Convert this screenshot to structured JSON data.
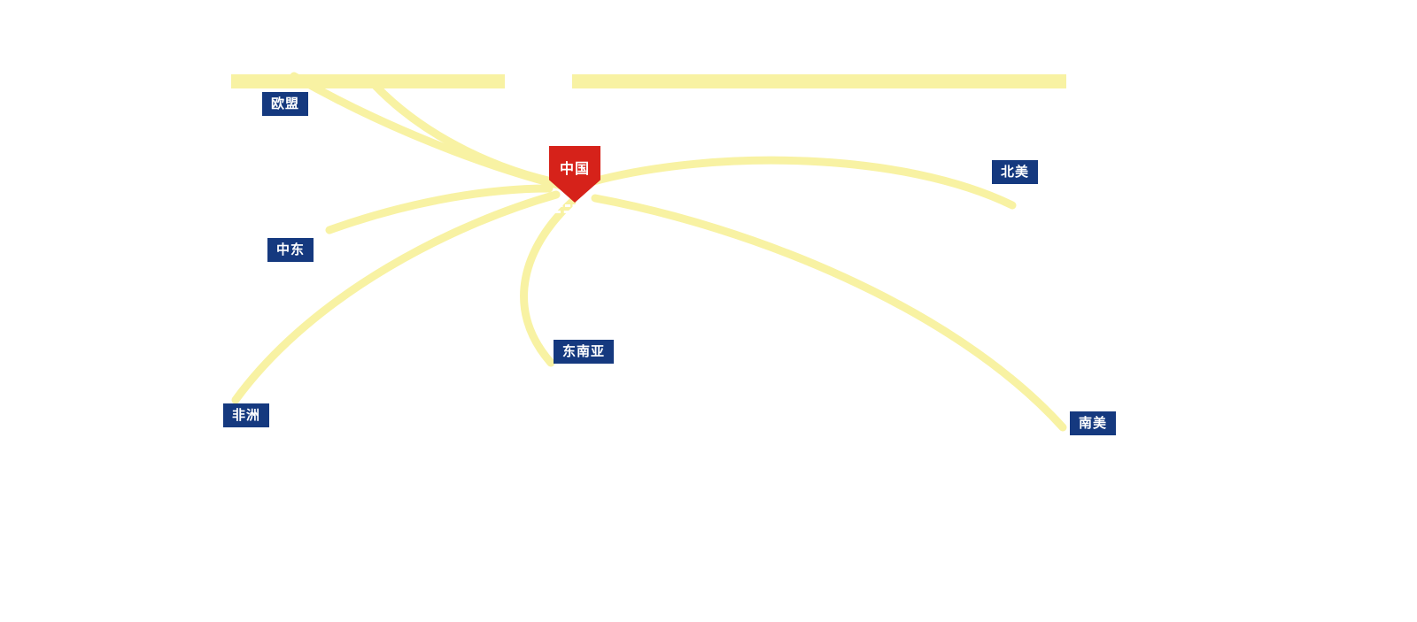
{
  "hub": {
    "label": "中国"
  },
  "regions": [
    {
      "id": "eu",
      "label": "欧盟"
    },
    {
      "id": "north-america",
      "label": "北美"
    },
    {
      "id": "middle-east",
      "label": "中东"
    },
    {
      "id": "southeast-asia",
      "label": "东南亚"
    },
    {
      "id": "africa",
      "label": "非洲"
    },
    {
      "id": "south-america",
      "label": "南美"
    }
  ],
  "colors": {
    "route": "#F8F2A3",
    "label_bg": "#15397F",
    "label_text": "#FFFFFF",
    "hub_bg": "#D6221A",
    "hub_text": "#FFFFFF"
  }
}
